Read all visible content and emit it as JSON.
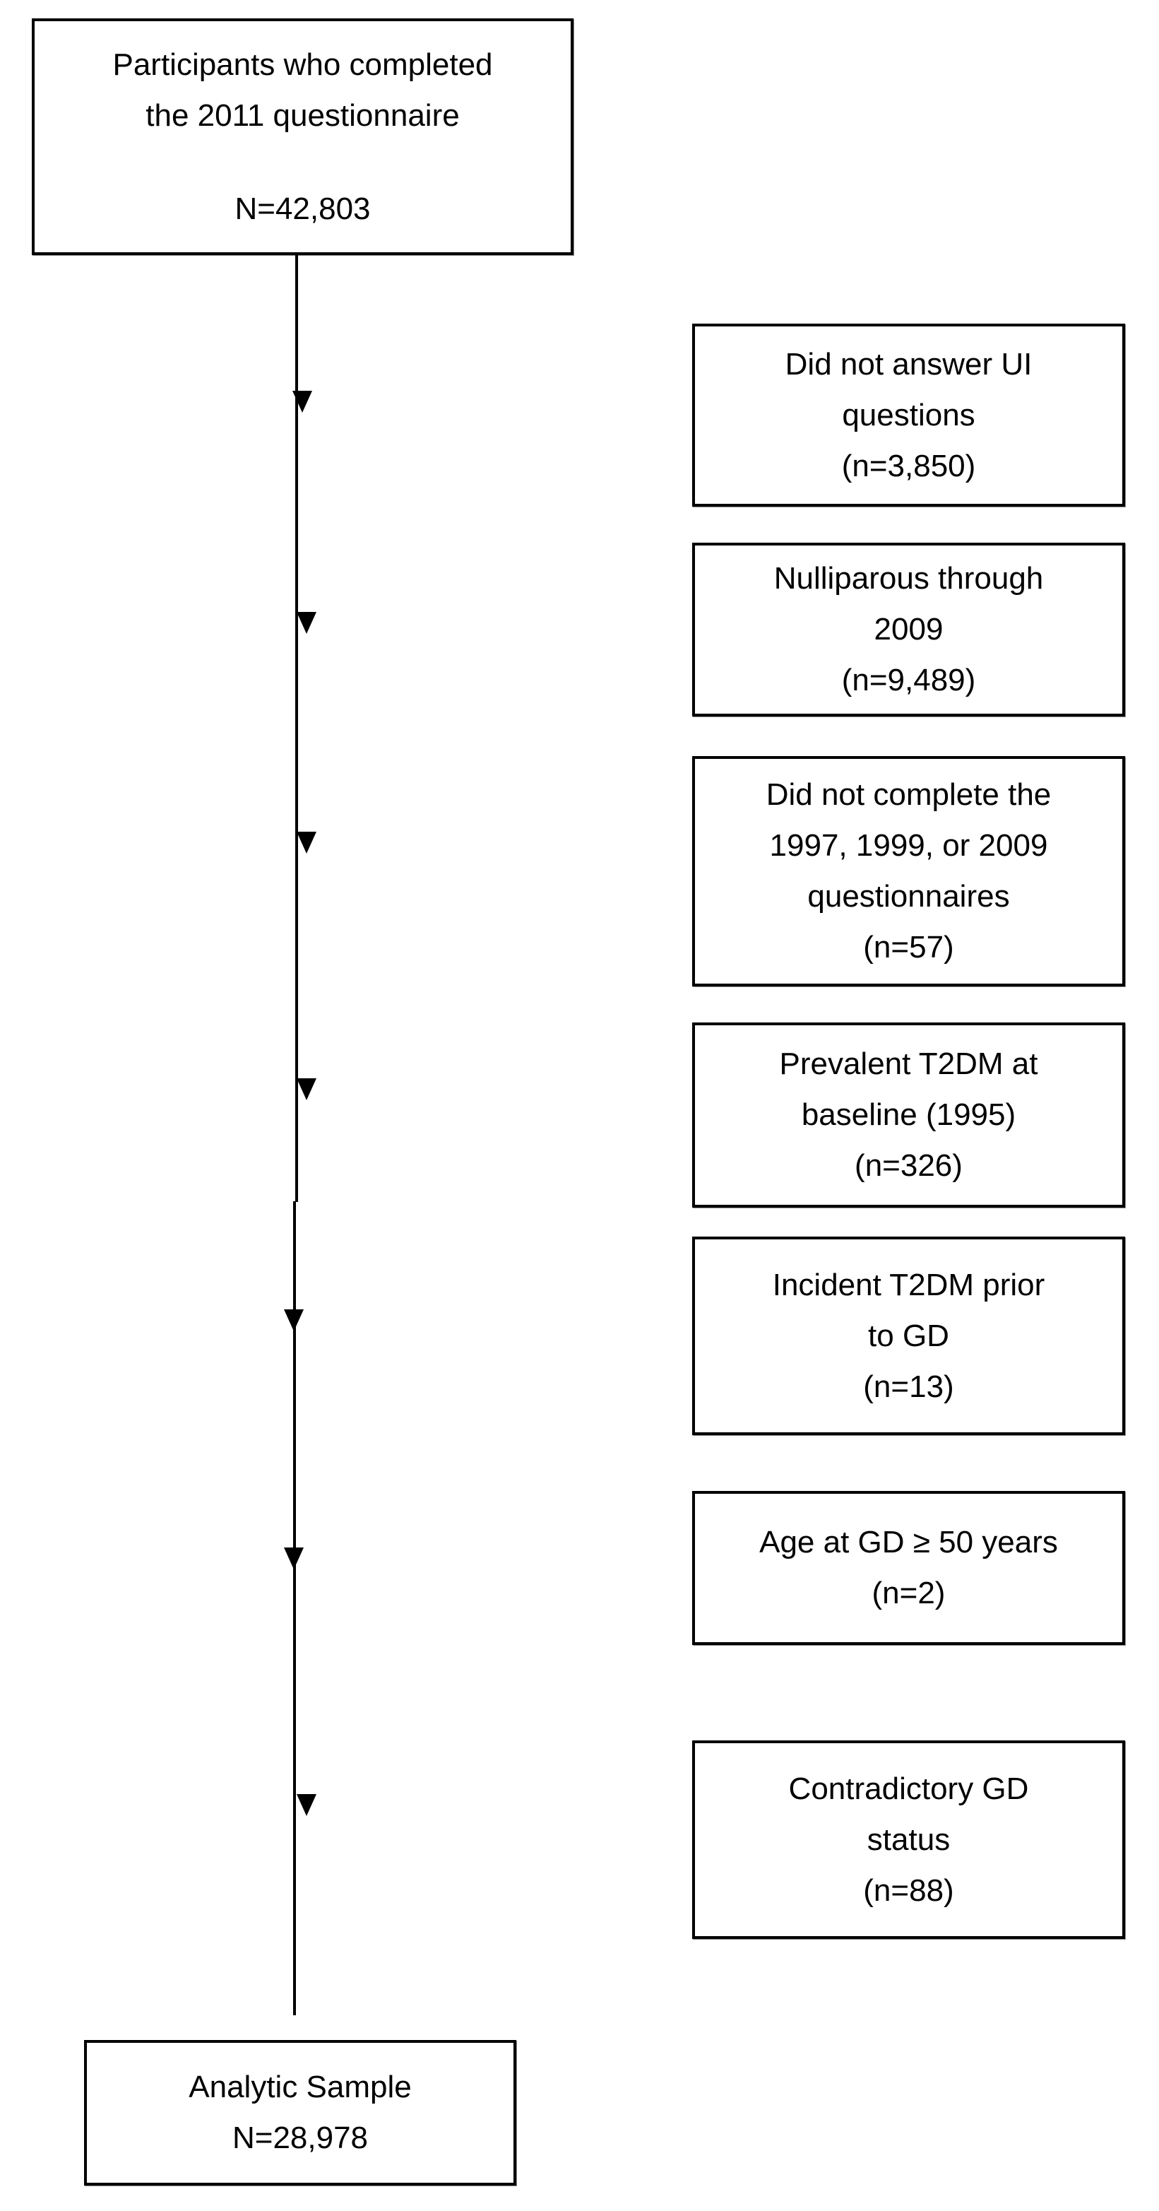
{
  "flowchart": {
    "top_box": {
      "lines": [
        "Participants who completed",
        "the 2011 questionnaire"
      ],
      "count": "N=42,803"
    },
    "exclusions": [
      {
        "lines": [
          "Did not answer UI",
          "questions"
        ],
        "count": "(n=3,850)"
      },
      {
        "lines": [
          "Nulliparous through",
          "2009"
        ],
        "count": "(n=9,489)"
      },
      {
        "lines": [
          "Did not complete the",
          "1997, 1999, or 2009",
          "questionnaires"
        ],
        "count": "(n=57)"
      },
      {
        "lines": [
          "Prevalent T2DM at",
          "baseline (1995)"
        ],
        "count": "(n=326)"
      },
      {
        "lines": [
          "Incident T2DM prior",
          "to GD"
        ],
        "count": "(n=13)"
      },
      {
        "lines": [
          "Age at GD ≥ 50 years"
        ],
        "count": "(n=2)"
      },
      {
        "lines": [
          "Contradictory GD",
          "status"
        ],
        "count": "(n=88)"
      }
    ],
    "bottom_box": {
      "lines": [
        "Analytic Sample"
      ],
      "count": "N=28,978"
    }
  },
  "colors": {
    "stroke": "#000000",
    "background": "#ffffff"
  }
}
